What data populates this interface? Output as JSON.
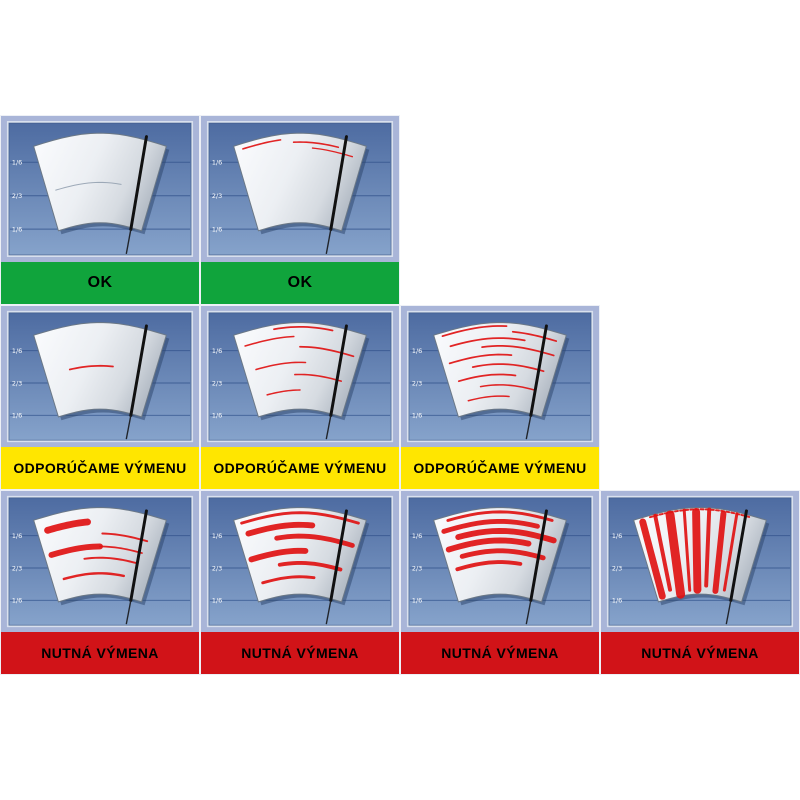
{
  "scale_labels": [
    "1/6",
    "2/3",
    "1/6"
  ],
  "statuses": {
    "ok": {
      "label": "OK",
      "bg": "#10a43c",
      "text_color": "#000000"
    },
    "recommend": {
      "label": "ODPORÚČAME VÝMENU",
      "bg": "#ffe600",
      "text_color": "#000000"
    },
    "required": {
      "label": "NUTNÁ VÝMENA",
      "bg": "#d11318",
      "text_color": "#000000"
    }
  },
  "colors": {
    "cell_bg": "#a9b5d8",
    "panel_top": "#4d6ba1",
    "panel_bottom": "#86a3cb",
    "panel_frame": "#d9e1ee",
    "gridline": "#3a5a92",
    "streak": "#e01212",
    "blade": "#111111"
  },
  "rows": [
    {
      "status": "ok",
      "cells": [
        {
          "streaks": [
            {
              "t": 0.55,
              "a": 0.08,
              "b": 0.7,
              "w": 1.0,
              "color": "#96a3b2"
            }
          ]
        },
        {
          "streaks": [
            {
              "t": 0.06,
              "a": 0.06,
              "b": 0.35,
              "w": 1.6
            },
            {
              "t": 0.1,
              "a": 0.45,
              "b": 0.8,
              "w": 1.6
            },
            {
              "t": 0.16,
              "a": 0.6,
              "b": 0.92,
              "w": 1.3
            }
          ]
        }
      ]
    },
    {
      "status": "recommend",
      "cells": [
        {
          "streaks": [
            {
              "t": 0.5,
              "a": 0.22,
              "b": 0.62,
              "w": 1.8
            }
          ]
        },
        {
          "streaks": [
            {
              "t": 0.05,
              "a": 0.3,
              "b": 0.75,
              "w": 1.8
            },
            {
              "t": 0.16,
              "a": 0.06,
              "b": 0.45,
              "w": 1.6
            },
            {
              "t": 0.28,
              "a": 0.5,
              "b": 0.95,
              "w": 1.8
            },
            {
              "t": 0.46,
              "a": 0.1,
              "b": 0.55,
              "w": 1.6
            },
            {
              "t": 0.6,
              "a": 0.45,
              "b": 0.9,
              "w": 1.6
            },
            {
              "t": 0.78,
              "a": 0.15,
              "b": 0.5,
              "w": 1.5
            }
          ]
        },
        {
          "streaks": [
            {
              "t": 0.04,
              "a": 0.06,
              "b": 0.55,
              "w": 1.8
            },
            {
              "t": 0.1,
              "a": 0.6,
              "b": 0.94,
              "w": 1.8
            },
            {
              "t": 0.18,
              "a": 0.1,
              "b": 0.7,
              "w": 1.8
            },
            {
              "t": 0.27,
              "a": 0.35,
              "b": 0.95,
              "w": 1.8
            },
            {
              "t": 0.37,
              "a": 0.06,
              "b": 0.6,
              "w": 1.8
            },
            {
              "t": 0.48,
              "a": 0.25,
              "b": 0.9,
              "w": 1.8
            },
            {
              "t": 0.6,
              "a": 0.1,
              "b": 0.65,
              "w": 1.8
            },
            {
              "t": 0.72,
              "a": 0.3,
              "b": 0.85,
              "w": 1.6
            },
            {
              "t": 0.85,
              "a": 0.15,
              "b": 0.6,
              "w": 1.5
            }
          ]
        }
      ]
    },
    {
      "status": "required",
      "cells": [
        {
          "streaks": [
            {
              "t": 0.16,
              "a": 0.08,
              "b": 0.4,
              "w": 7.0
            },
            {
              "t": 0.3,
              "a": 0.52,
              "b": 0.9,
              "w": 2.0
            },
            {
              "t": 0.45,
              "a": 0.06,
              "b": 0.5,
              "w": 6.0
            },
            {
              "t": 0.45,
              "a": 0.5,
              "b": 0.88,
              "w": 1.8
            },
            {
              "t": 0.58,
              "a": 0.35,
              "b": 0.85,
              "w": 2.0
            },
            {
              "t": 0.76,
              "a": 0.12,
              "b": 0.75,
              "w": 2.5
            }
          ]
        },
        {
          "streaks": [
            {
              "t": 0.06,
              "a": 0.05,
              "b": 0.95,
              "w": 3.0
            },
            {
              "t": 0.2,
              "a": 0.08,
              "b": 0.6,
              "w": 6.0
            },
            {
              "t": 0.33,
              "a": 0.3,
              "b": 0.95,
              "w": 5.0
            },
            {
              "t": 0.5,
              "a": 0.05,
              "b": 0.55,
              "w": 6.0
            },
            {
              "t": 0.64,
              "a": 0.3,
              "b": 0.9,
              "w": 4.0
            },
            {
              "t": 0.8,
              "a": 0.1,
              "b": 0.65,
              "w": 3.0
            }
          ]
        },
        {
          "streaks": [
            {
              "t": 0.05,
              "a": 0.1,
              "b": 0.9,
              "w": 3.0
            },
            {
              "t": 0.16,
              "a": 0.05,
              "b": 0.8,
              "w": 5.0
            },
            {
              "t": 0.27,
              "a": 0.15,
              "b": 0.95,
              "w": 6.0
            },
            {
              "t": 0.38,
              "a": 0.05,
              "b": 0.75,
              "w": 6.0
            },
            {
              "t": 0.5,
              "a": 0.15,
              "b": 0.9,
              "w": 5.0
            },
            {
              "t": 0.63,
              "a": 0.08,
              "b": 0.7,
              "w": 4.0
            }
          ]
        },
        {
          "streaks": [
            {
              "t": 0.02,
              "a": 0.12,
              "b": 0.88,
              "w": 2.0,
              "dash": true
            },
            {
              "v": true,
              "s": 0.06,
              "t1": 0.05,
              "t2": 0.95,
              "w": 7.0
            },
            {
              "v": true,
              "s": 0.16,
              "t1": 0.02,
              "t2": 0.9,
              "w": 4.0
            },
            {
              "v": true,
              "s": 0.27,
              "t1": 0.05,
              "t2": 0.98,
              "w": 9.0
            },
            {
              "v": true,
              "s": 0.38,
              "t1": 0.02,
              "t2": 0.95,
              "w": 3.0
            },
            {
              "v": true,
              "s": 0.47,
              "t1": 0.05,
              "t2": 0.95,
              "w": 8.0
            },
            {
              "v": true,
              "s": 0.57,
              "t1": 0.02,
              "t2": 0.9,
              "w": 4.0
            },
            {
              "v": true,
              "s": 0.68,
              "t1": 0.05,
              "t2": 0.95,
              "w": 6.0
            },
            {
              "v": true,
              "s": 0.78,
              "t1": 0.02,
              "t2": 0.92,
              "w": 3.0
            }
          ]
        }
      ]
    }
  ]
}
